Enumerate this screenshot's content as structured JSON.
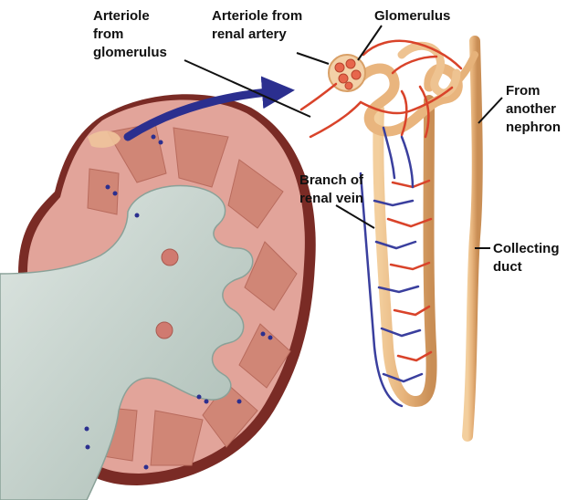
{
  "labels": {
    "arteriole_from_glomerulus": [
      "Arteriole",
      "from",
      "glomerulus"
    ],
    "arteriole_from_renal_artery": [
      "Arteriole from",
      "renal artery"
    ],
    "glomerulus": "Glomerulus",
    "from_another_nephron": [
      "From",
      "another",
      "nephron"
    ],
    "branch_of_renal_vein": [
      "Branch of",
      "renal vein"
    ],
    "collecting_duct": [
      "Collecting",
      "duct"
    ]
  },
  "colors": {
    "kidney_tissue": "#e2a49a",
    "kidney_capsule": "#7a2b25",
    "pyramids": "#d08676",
    "pelvis": "#c7d3cd",
    "artery": "#d9432a",
    "vein": "#3a3f9e",
    "tubule": "#e9b57e",
    "arrow": "#2b2f8f"
  },
  "icons": [
    "kidney-cross-section",
    "nephron",
    "pointer-arrow"
  ]
}
